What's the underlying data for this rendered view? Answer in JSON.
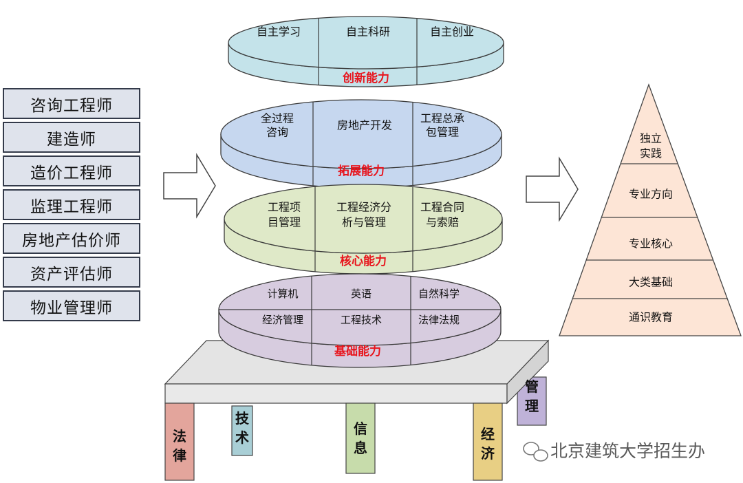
{
  "careers": [
    "咨询工程师",
    "建造师",
    "造价工程师",
    "监理工程师",
    "房地产估价师",
    "资产评估师",
    "物业管理师"
  ],
  "disks": {
    "innovation": {
      "label": "创新能力",
      "items": [
        "自主学习",
        "自主科研",
        "自主创业"
      ]
    },
    "expansion": {
      "label": "拓展能力",
      "items": [
        [
          "全过程",
          "咨询"
        ],
        [
          "房地产开发"
        ],
        [
          "工程总承",
          "包管理"
        ]
      ]
    },
    "core": {
      "label": "核心能力",
      "items": [
        [
          "工程项",
          "目管理"
        ],
        [
          "工程经济分",
          "析与管理"
        ],
        [
          "工程合同",
          "与索赔"
        ]
      ]
    },
    "basic": {
      "label": "基础能力",
      "top_items": [
        "计算机",
        "英语",
        "自然科学"
      ],
      "bottom_items": [
        "经济管理",
        "工程技术",
        "法律法规"
      ]
    }
  },
  "pyramid": {
    "levels": [
      [
        "独立",
        "实践"
      ],
      [
        "专业方向"
      ],
      [
        "专业核心"
      ],
      [
        "大类基础"
      ],
      [
        "通识教育"
      ]
    ]
  },
  "table_legs": [
    {
      "label": [
        "法",
        "律"
      ],
      "color": "#e3a59c"
    },
    {
      "label": [
        "技",
        "术"
      ],
      "color": "#a9cfd6"
    },
    {
      "label": [
        "信",
        "息"
      ],
      "color": "#c7dcab"
    },
    {
      "label": [
        "经",
        "济"
      ],
      "color": "#e8cf84"
    },
    {
      "label": [
        "管",
        "理"
      ],
      "color": "#bfb2d8"
    }
  ],
  "watermark": "北京建筑大学招生办",
  "colors": {
    "innovation": "#c4e3ea",
    "expansion": "#c6d7ef",
    "core": "#dfe9c8",
    "basic": "#d7ccdf",
    "label_red": "#e8141c",
    "pyramid": "#fde5d6",
    "table_top": "#e4e4e4"
  }
}
